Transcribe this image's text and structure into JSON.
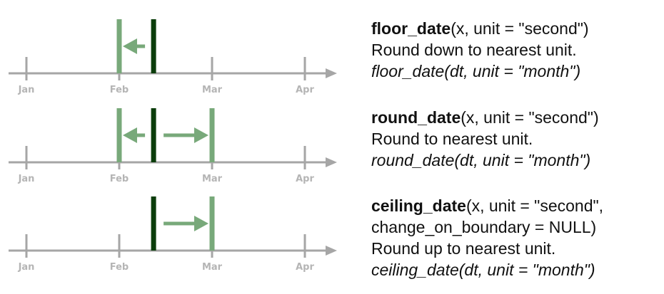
{
  "colors": {
    "axis": "#a6a6a6",
    "tick_label": "#b5b5b5",
    "date_marker": "#0b3d0b",
    "rounded_marker": "#78a97a",
    "arrow": "#78a97a",
    "text": "#111111"
  },
  "axis": {
    "tick_labels": [
      "Jan",
      "Feb",
      "Mar",
      "Apr"
    ]
  },
  "panels": [
    {
      "id": "floor",
      "date_position": 1.37,
      "rounded_positions": [
        1
      ],
      "func_name": "floor_date",
      "signature_lines": [
        "(x, unit = \"second\")"
      ],
      "description": "Round down to nearest unit.",
      "example": "floor_date(dt, unit = \"month\")"
    },
    {
      "id": "round",
      "date_position": 1.37,
      "rounded_positions": [
        1,
        2
      ],
      "func_name": "round_date",
      "signature_lines": [
        "(x, unit = \"second\")"
      ],
      "description": "Round to nearest unit.",
      "example": "round_date(dt, unit = \"month\")"
    },
    {
      "id": "ceiling",
      "date_position": 1.37,
      "rounded_positions": [
        2
      ],
      "func_name": "ceiling_date",
      "signature_lines": [
        "(x, unit = \"second\",",
        "change_on_boundary = NULL)"
      ],
      "description": "Round up to nearest unit.",
      "example": "ceiling_date(dt, unit = \"month\")"
    }
  ]
}
